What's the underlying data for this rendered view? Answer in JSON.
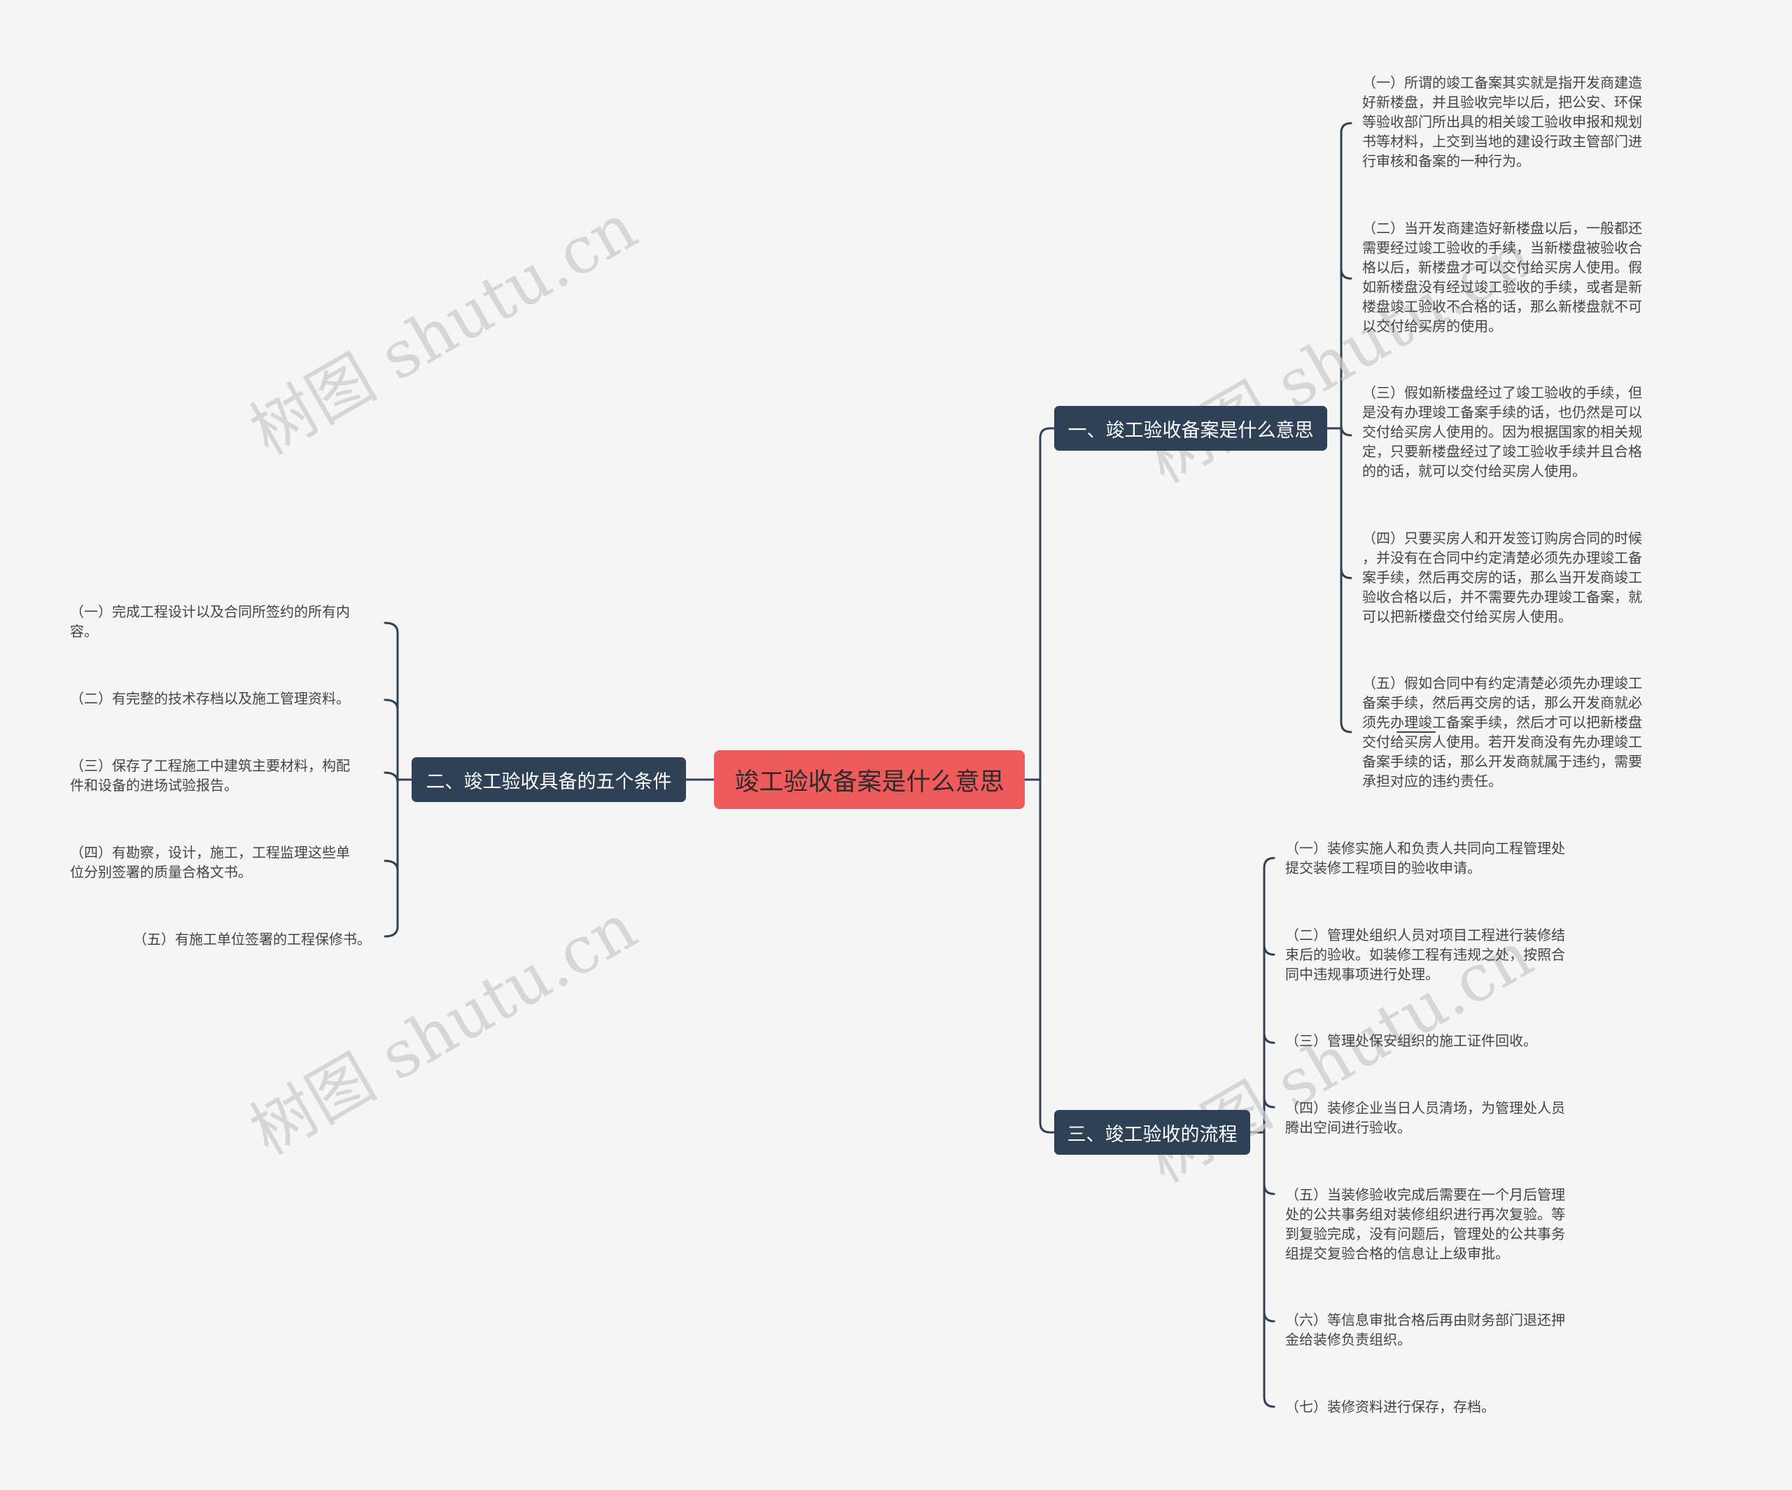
{
  "root": {
    "label": "竣工验收备案是什么意思"
  },
  "colors": {
    "root": "#ef5a5a",
    "branch": "#2f4156",
    "line": "#2f4156",
    "background": "#f5f5f5"
  },
  "branches": [
    {
      "label": "一、竣工验收备案是什么意思",
      "items": [
        "（一）所谓的竣工备案其实就是指开发商建造\n好新楼盘，并且验收完毕以后，把公安、环保\n等验收部门所出具的相关竣工验收申报和规划\n书等材料，上交到当地的建设行政主管部门进\n行审核和备案的一种行为。",
        "（二）当开发商建造好新楼盘以后，一般都还\n需要经过竣工验收的手续，当新楼盘被验收合\n格以后，新楼盘才可以交付给买房人使用。假\n如新楼盘没有经过竣工验收的手续，或者是新\n楼盘竣工验收不合格的话，那么新楼盘就不可\n以交付给买房的使用。",
        "（三）假如新楼盘经过了竣工验收的手续，但\n是没有办理竣工备案手续的话，也仍然是可以\n交付给买房人使用的。因为根据国家的相关规\n定，只要新楼盘经过了竣工验收手续并且合格\n的的话，就可以交付给买房人使用。",
        "（四）只要买房人和开发签订购房合同的时候\n，并没有在合同中约定清楚必须先办理竣工备\n案手续，然后再交房的话，那么当开发商竣工\n验收合格以后，并不需要先办理竣工备案，就\n可以把新楼盘交付给买房人使用。",
        "（五）假如合同中有约定清楚必须先办理竣工\n备案手续，然后再交房的话，那么开发商就必\n须先办理竣工备案手续，然后才可以把新楼盘\n交付给买房人使用。若开发商没有先办理竣工\n备案手续的话，那么开发商就属于违约，需要\n承担对应的违约责任。"
      ]
    },
    {
      "label": "二、竣工验收具备的五个条件",
      "items": [
        "（一）完成工程设计以及合同所签约的所有内\n容。",
        "（二）有完整的技术存档以及施工管理资料。",
        "（三）保存了工程施工中建筑主要材料，构配\n件和设备的进场试验报告。",
        "（四）有勘察，设计，施工，工程监理这些单\n位分别签署的质量合格文书。",
        "（五）有施工单位签署的工程保修书。"
      ]
    },
    {
      "label": "三、竣工验收的流程",
      "items": [
        "（一）装修实施人和负责人共同向工程管理处\n提交装修工程项目的验收申请。",
        "（二）管理处组织人员对项目工程进行装修结\n束后的验收。如装修工程有违规之处，按照合\n同中违规事项进行处理。",
        "（三）管理处保安组织的施工证件回收。",
        "（四）装修企业当日人员清场，为管理处人员\n腾出空间进行验收。",
        "（五）当装修验收完成后需要在一个月后管理\n处的公共事务组对装修组织进行再次复验。等\n到复验完成，没有问题后，管理处的公共事务\n组提交复验合格的信息让上级审批。",
        "（六）等信息审批合格后再由财务部门退还押\n金给装修负责组织。",
        "（七）装修资料进行保存，存档。"
      ]
    }
  ],
  "watermark": "树图 shutu.cn"
}
